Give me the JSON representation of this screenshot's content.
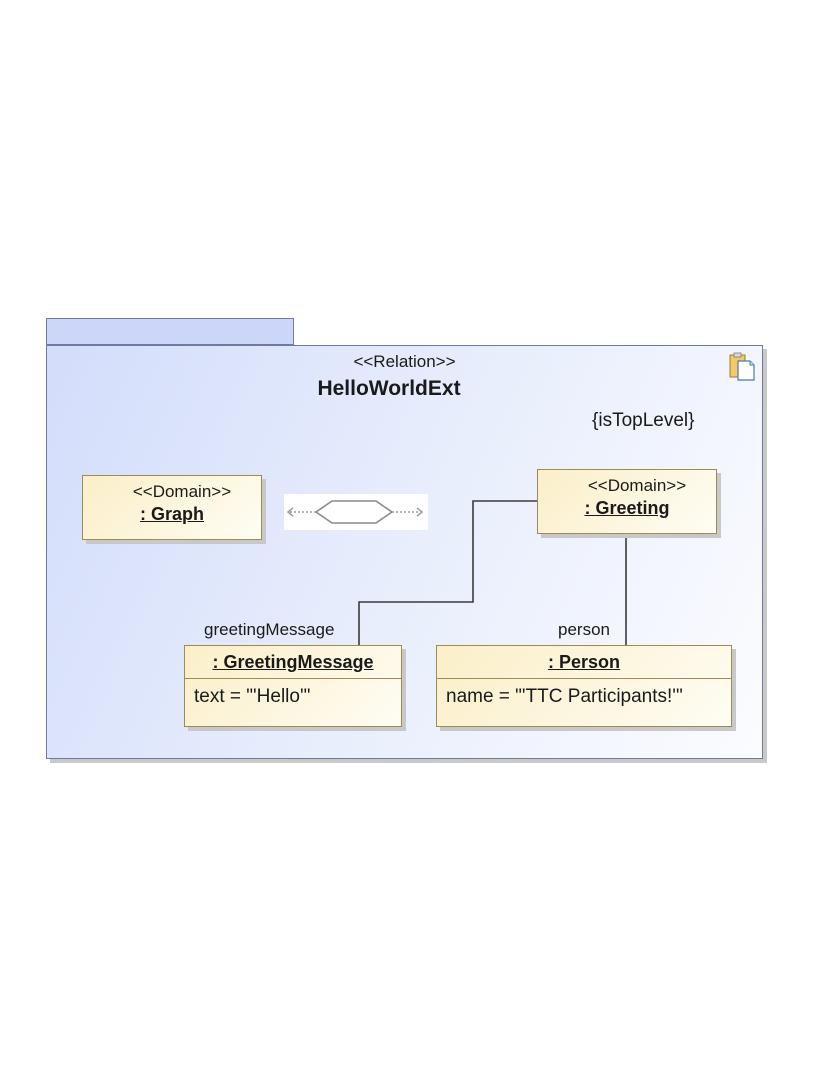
{
  "package": {
    "stereotype": "<<Relation>>",
    "name": "HelloWorldExt",
    "constraint": "{isTopLevel}",
    "icon": "package-diagram-icon"
  },
  "domains": [
    {
      "stereotype": "<<Domain>>",
      "name": ": Graph"
    },
    {
      "stereotype": "<<Domain>>",
      "name": ": Greeting"
    }
  ],
  "transformation_symbol": "hexagon-transformation-icon",
  "objects": [
    {
      "name": ": GreetingMessage",
      "role": "greetingMessage",
      "attribute": "text = \"'Hello'\""
    },
    {
      "name": ": Person",
      "role": "person",
      "attribute": "name = \"'TTC Participants!'\""
    }
  ],
  "colors": {
    "package_fill": "#d3ddfb",
    "package_border": "#6e7aa0",
    "class_fill": "#fbefc8",
    "class_border": "#9e8a55"
  }
}
